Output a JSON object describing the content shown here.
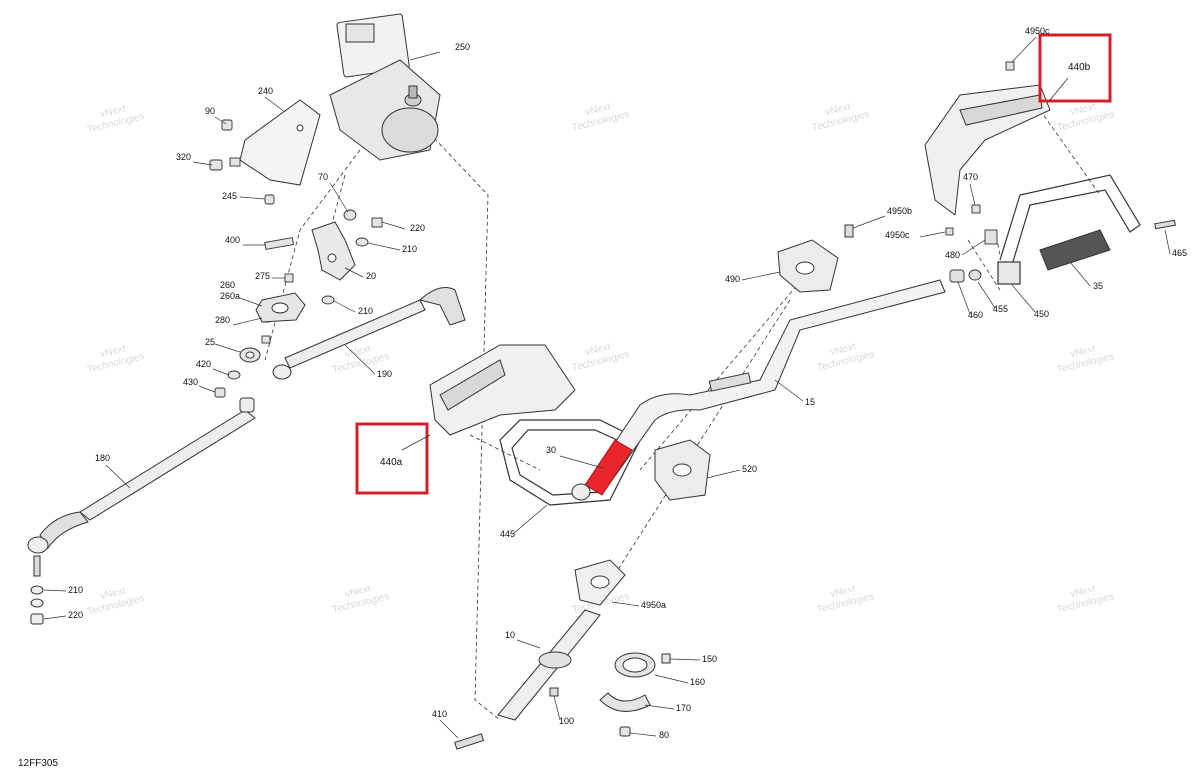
{
  "diagram_code": "12FF305",
  "watermark": {
    "line1": "vNext",
    "line2": "Technologies"
  },
  "parts": [
    {
      "id": "p250",
      "label": "250"
    },
    {
      "id": "p240",
      "label": "240"
    },
    {
      "id": "p90",
      "label": "90"
    },
    {
      "id": "p320",
      "label": "320"
    },
    {
      "id": "p245",
      "label": "245"
    },
    {
      "id": "p70",
      "label": "70"
    },
    {
      "id": "p220a",
      "label": "220"
    },
    {
      "id": "p210a",
      "label": "210"
    },
    {
      "id": "p400",
      "label": "400"
    },
    {
      "id": "p20",
      "label": "20"
    },
    {
      "id": "p275",
      "label": "275"
    },
    {
      "id": "p260",
      "label": "260"
    },
    {
      "id": "p260a",
      "label": "260a"
    },
    {
      "id": "p210b",
      "label": "210"
    },
    {
      "id": "p280",
      "label": "280"
    },
    {
      "id": "p25",
      "label": "25"
    },
    {
      "id": "p420",
      "label": "420"
    },
    {
      "id": "p430",
      "label": "430"
    },
    {
      "id": "p190",
      "label": "190"
    },
    {
      "id": "p180",
      "label": "180"
    },
    {
      "id": "p210c",
      "label": "210"
    },
    {
      "id": "p220b",
      "label": "220"
    },
    {
      "id": "p30",
      "label": "30"
    },
    {
      "id": "p445",
      "label": "445"
    },
    {
      "id": "p520",
      "label": "520"
    },
    {
      "id": "p15",
      "label": "15"
    },
    {
      "id": "p490",
      "label": "490"
    },
    {
      "id": "p4950b",
      "label": "4950b"
    },
    {
      "id": "p4950c1",
      "label": "4950c"
    },
    {
      "id": "p4950c2",
      "label": "4950c"
    },
    {
      "id": "p470",
      "label": "470"
    },
    {
      "id": "p480",
      "label": "480"
    },
    {
      "id": "p465",
      "label": "465"
    },
    {
      "id": "p35",
      "label": "35"
    },
    {
      "id": "p460",
      "label": "460"
    },
    {
      "id": "p455",
      "label": "455"
    },
    {
      "id": "p450",
      "label": "450"
    },
    {
      "id": "p4950a",
      "label": "4950a"
    },
    {
      "id": "p10",
      "label": "10"
    },
    {
      "id": "p150",
      "label": "150"
    },
    {
      "id": "p160",
      "label": "160"
    },
    {
      "id": "p170",
      "label": "170"
    },
    {
      "id": "p100",
      "label": "100"
    },
    {
      "id": "p410",
      "label": "410"
    },
    {
      "id": "p80",
      "label": "80"
    }
  ],
  "highlighted": [
    {
      "id": "h440a",
      "label": "440a",
      "color": "#d0202a"
    },
    {
      "id": "h440b",
      "label": "440b",
      "color": "#d0202a"
    }
  ],
  "highlight_part_color": "#e8262b"
}
